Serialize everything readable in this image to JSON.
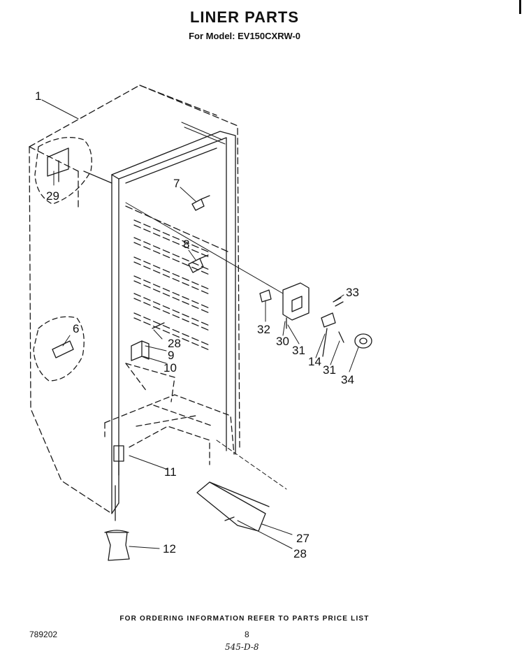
{
  "header": {
    "title": "LINER PARTS",
    "subtitle": "For Model: EV150CXRW-0"
  },
  "callouts": [
    "1",
    "29",
    "7",
    "8",
    "6",
    "28",
    "9",
    "10",
    "11",
    "12",
    "33",
    "32",
    "30",
    "31",
    "14",
    "31",
    "34",
    "27",
    "28"
  ],
  "footer": {
    "ordering_note": "FOR ORDERING INFORMATION REFER TO PARTS PRICE LIST",
    "doc_number": "789202",
    "page_number": "8",
    "handwritten_note": "545-D-8"
  }
}
